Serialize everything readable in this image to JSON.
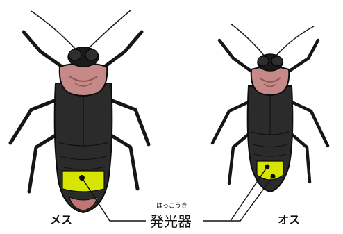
{
  "diagram": {
    "female_label": "メス",
    "male_label": "オス",
    "lantern_label": "発光器",
    "lantern_reading": "はっこうき"
  },
  "colors": {
    "body": "#2b2b2b",
    "body_dark": "#161616",
    "pronotum": "#c58a87",
    "pronotum_dark": "#8e5756",
    "lantern": "#d6e600",
    "lantern_tip": "#c07575",
    "outline": "#0d0d0d",
    "leader_line": "#111111"
  }
}
